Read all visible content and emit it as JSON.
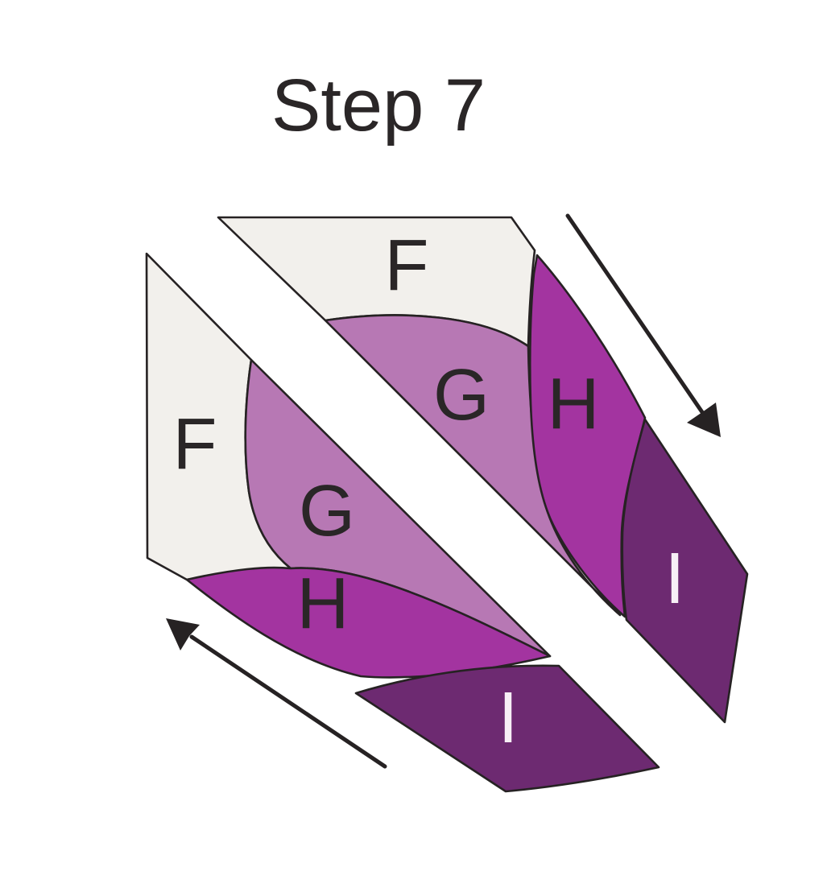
{
  "title": "Step 7",
  "colors": {
    "background": "#ffffff",
    "outline": "#262223",
    "arrow": "#262223",
    "label_dark": "#2a2627",
    "label_light": "#f7eff6",
    "fabric_f": "#f2f0ec",
    "fabric_g": "#b778b4",
    "fabric_h": "#a334a0",
    "fabric_i": "#6d2a71"
  },
  "block_halves": {
    "right": {
      "pieces": {
        "f": {
          "label": "F"
        },
        "g": {
          "label": "G"
        },
        "h": {
          "label": "H"
        },
        "i": {
          "label": "I"
        }
      }
    },
    "left": {
      "pieces": {
        "f": {
          "label": "F"
        },
        "g": {
          "label": "G"
        },
        "h": {
          "label": "H"
        },
        "i": {
          "label": "I"
        }
      }
    }
  }
}
